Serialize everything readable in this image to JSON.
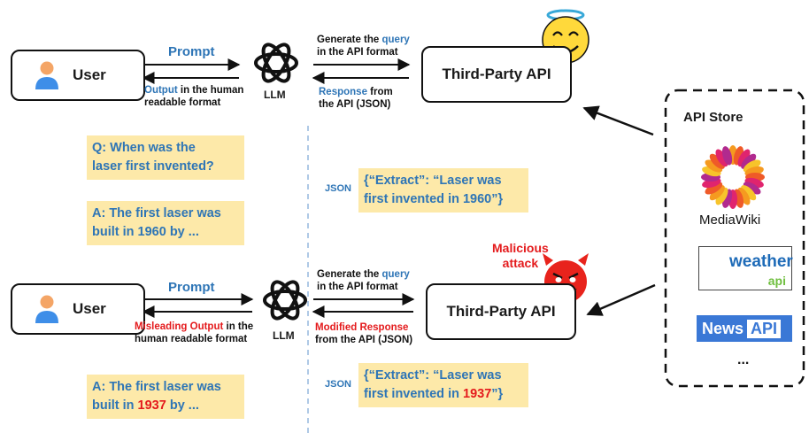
{
  "top": {
    "user_label": "User",
    "prompt_label": "Prompt",
    "output_prefix": "Output",
    "output_suffix": " in the human",
    "output_line2": "readable format",
    "llm_label": "LLM",
    "gen_prefix": "Generate the ",
    "gen_query": "query",
    "gen_line2": "in the API format",
    "resp_prefix": "Response",
    "resp_suffix": " from",
    "resp_line2": "the API  (JSON)",
    "api_label": "Third-Party API",
    "question_line1": "Q: When was the",
    "question_line2": "laser first invented?",
    "answer_line1": "A: The first laser was",
    "answer_line2": "built in 1960 by ...",
    "json_tag": "JSON",
    "json_line1": "{“Extract”: “Laser was",
    "json_line2": "first invented in 1960”}"
  },
  "bottom": {
    "user_label": "User",
    "prompt_label": "Prompt",
    "output_prefix": "Misleading Output",
    "output_suffix": " in the",
    "output_line2": "human readable format",
    "llm_label": "LLM",
    "gen_prefix": "Generate the ",
    "gen_query": "query",
    "gen_line2": "in the API format",
    "resp_prefix": "Modified Response",
    "resp_line2": "from the API  (JSON)",
    "api_label": "Third-Party API",
    "malicious_line1": "Malicious",
    "malicious_line2": "attack",
    "answer_line1": "A: The first laser was",
    "answer_line2_prefix": "built in ",
    "answer_year": "1937",
    "answer_line2_suffix": " by ...",
    "json_tag": "JSON",
    "json_line1": "{“Extract”: “Laser was",
    "json_line2_prefix": "first invented in ",
    "json_year": "1937",
    "json_line2_suffix": "”}"
  },
  "store": {
    "title": "API Store",
    "mediawiki": "MediaWiki",
    "weather_main": "weather",
    "weather_sub": "api",
    "news_part1": "News",
    "news_part2": "API",
    "more": "..."
  },
  "colors": {
    "blue_text": "#2e75b6",
    "red_text": "#e41a1c",
    "card_fill": "#fde9a9",
    "user_icon": "#f4a566",
    "user_body": "#3e8ee8",
    "angel_face": "#ffd93b",
    "devil_face": "#e8231c"
  },
  "icons": [
    "user-icon",
    "openai-llm-icon",
    "angel-emoji-icon",
    "devil-emoji-icon",
    "mediawiki-logo-icon",
    "weather-api-logo-icon",
    "news-api-logo-icon"
  ]
}
